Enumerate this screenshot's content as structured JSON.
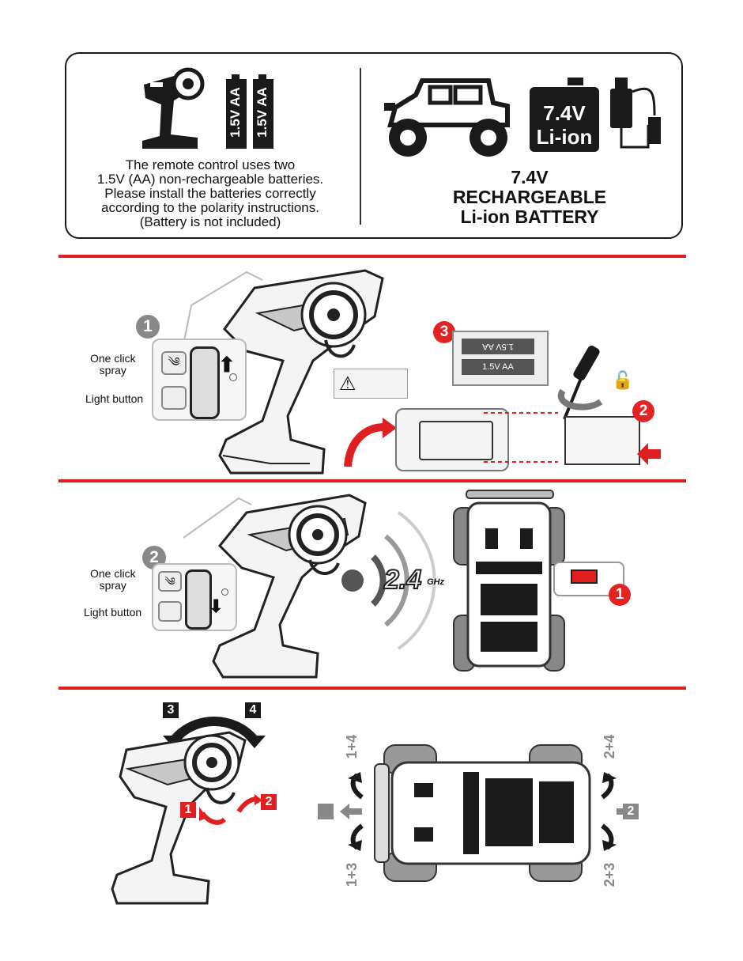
{
  "battery_info": {
    "remote_battery_label_1": "1.5V AA",
    "remote_battery_label_2": "1.5V AA",
    "remote_text_lines": [
      "The remote control uses two",
      "1.5V (AA) non-rechargeable batteries.",
      "Please install the batteries correctly",
      "according to the polarity instructions.",
      "(Battery is not included)"
    ],
    "car_battery_label_top": "7.4V",
    "car_battery_label_bottom": "Li-ion",
    "car_text_lines": [
      "7.4V",
      "RECHARGEABLE",
      "Li-ion BATTERY"
    ]
  },
  "step1": {
    "badge": "1",
    "one_click_spray": [
      "One click",
      "spray"
    ],
    "light_button": "Light button",
    "step2_badge": "2",
    "step3_badge": "3",
    "aa_label_top": "1.5V AA",
    "aa_label_bottom": "1.5V AA"
  },
  "step2": {
    "badge": "2",
    "one_click_spray": [
      "One click",
      "spray"
    ],
    "light_button": "Light button",
    "freq": "2.4",
    "freq_unit": "GHz",
    "car_switch_badge": "1"
  },
  "controls": {
    "label_1": "1",
    "label_2": "2",
    "label_3": "3",
    "label_4": "4",
    "combo_1_4": "1+4",
    "combo_1_3": "1+3",
    "combo_2_4": "2+4",
    "combo_2_3": "2+3",
    "left_arrow_label": "",
    "right_arrow_label": "2"
  },
  "colors": {
    "accent_red": "#e02020",
    "dark": "#1a1a1a",
    "grey": "#888888"
  }
}
